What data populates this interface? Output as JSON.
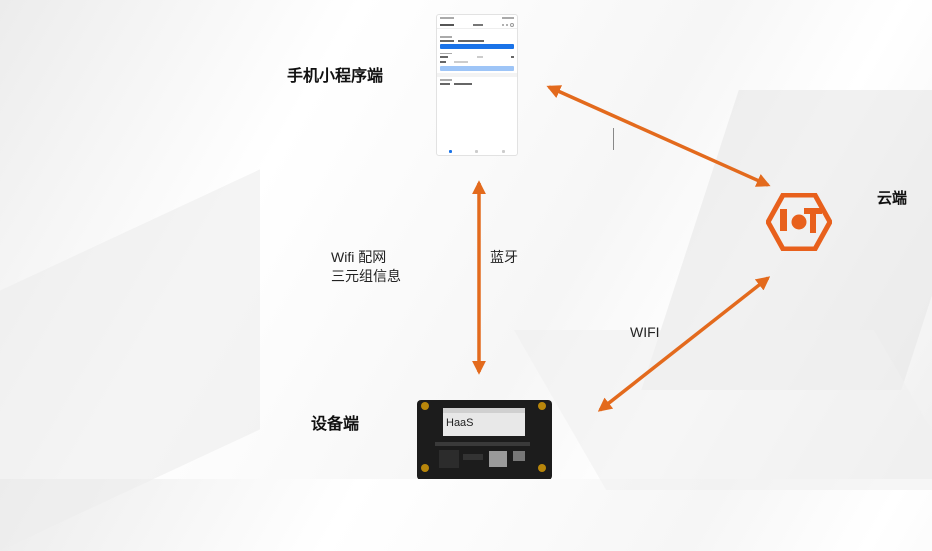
{
  "labels": {
    "mini_program": "手机小程序端",
    "cloud": "云端",
    "device": "设备端"
  },
  "annotations": {
    "wifi_config_line1": "Wifi 配网",
    "wifi_config_line2": "三元组信息",
    "bluetooth": "蓝牙",
    "wifi": "WIFI"
  },
  "board": {
    "brand": "HaaS"
  },
  "colors": {
    "arrow": "#e36a1d",
    "iot_orange": "#e8601c"
  }
}
